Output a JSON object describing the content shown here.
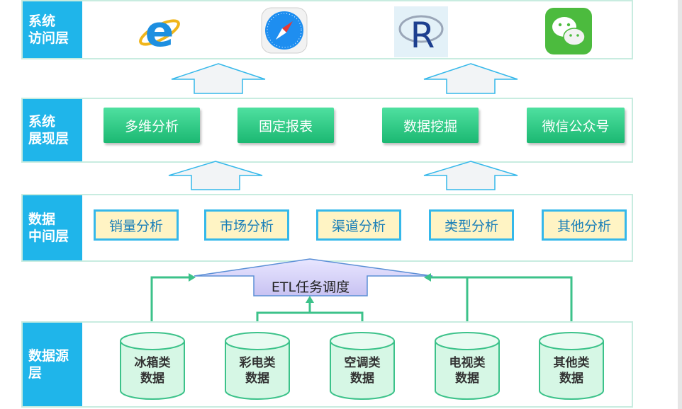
{
  "layers": {
    "access": {
      "label": "系统\n访问层"
    },
    "presentation": {
      "label": "系统\n展现层"
    },
    "middle": {
      "label": "数据\n中间层"
    },
    "source": {
      "label": "数据源\n层"
    }
  },
  "access_icons": [
    "ie-browser-icon",
    "safari-icon",
    "r-language-icon",
    "wechat-icon"
  ],
  "r_icon_text": "R",
  "presentation_items": [
    "多维分析",
    "固定报表",
    "数据挖掘",
    "微信公众号"
  ],
  "middle_items": [
    "销量分析",
    "市场分析",
    "渠道分析",
    "类型分析",
    "其他分析"
  ],
  "etl_label": "ETL任务调度",
  "source_items": [
    "冰箱类\n数据",
    "彩电类\n数据",
    "空调类\n数据",
    "电视类\n数据",
    "其他类\n数据"
  ],
  "colors": {
    "label_bg": "#1fb5ea",
    "green": "#2ec27e",
    "arrow_green": "#3cc28a",
    "mid_box_bg": "#fff4c4",
    "cylinder": "#d6f7e5"
  }
}
